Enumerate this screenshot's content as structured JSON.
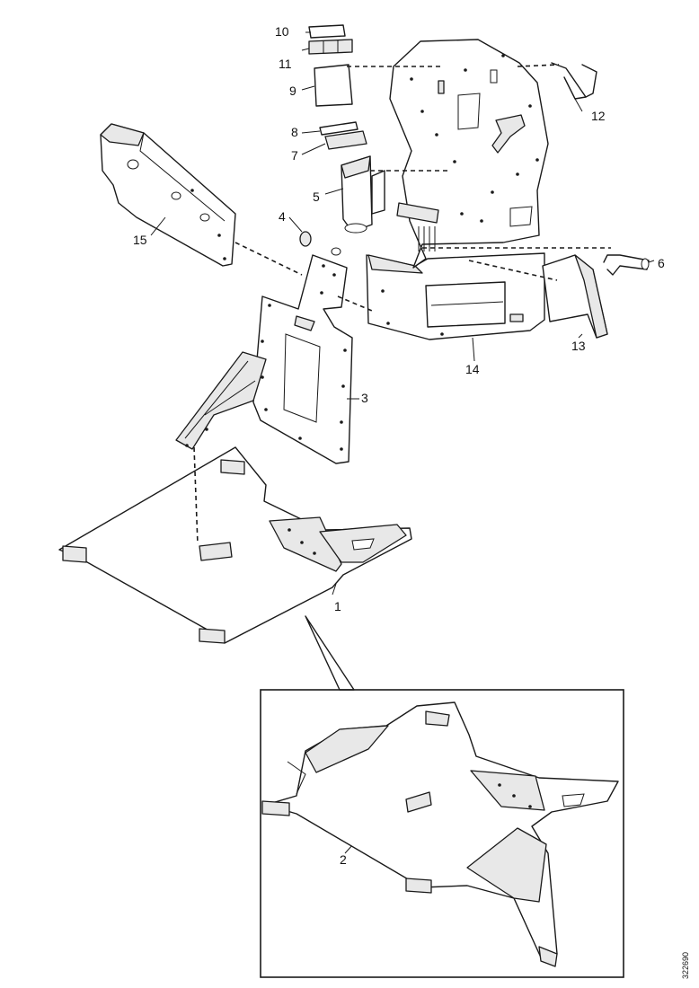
{
  "callouts": {
    "c1": "1",
    "c2": "2",
    "c3": "3",
    "c4": "4",
    "c5": "5",
    "c6": "6",
    "c7": "7",
    "c8": "8",
    "c9": "9",
    "c10": "10",
    "c11": "11",
    "c12": "12",
    "c13": "13",
    "c14": "14",
    "c15": "15"
  },
  "figure_id": "322690"
}
